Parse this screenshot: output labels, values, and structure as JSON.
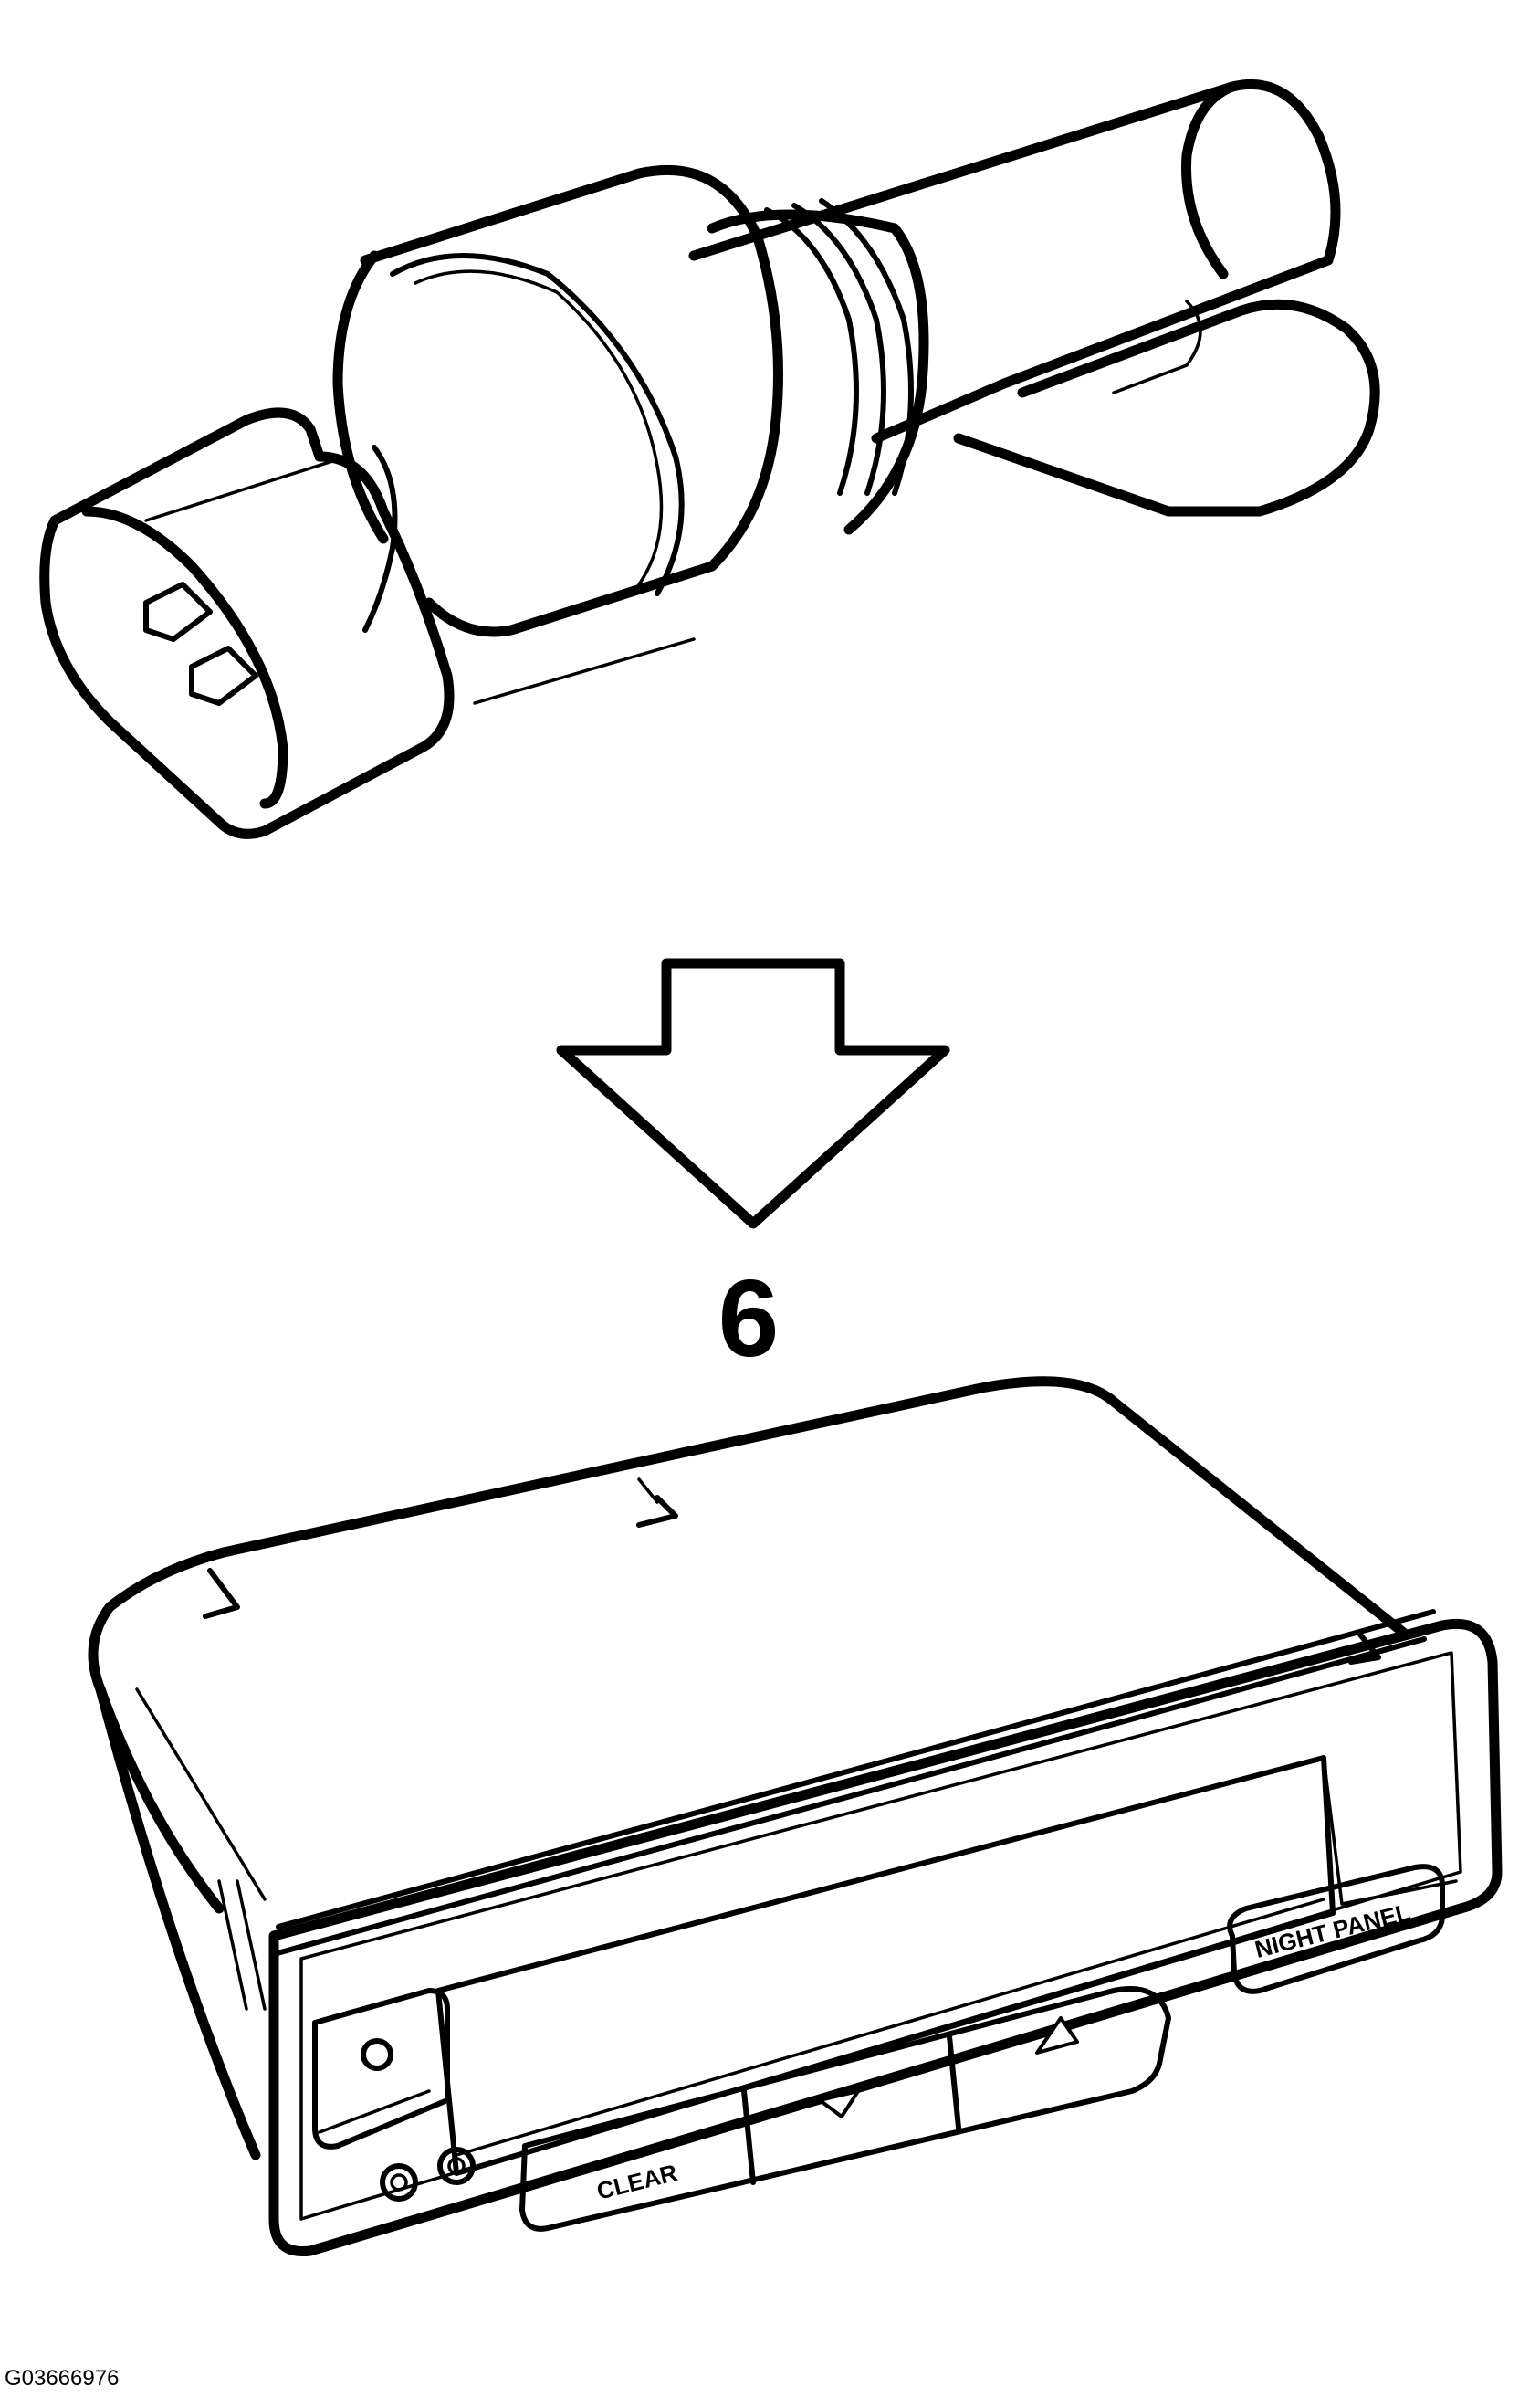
{
  "figure": {
    "step_number": "6",
    "figure_code": "G03666976"
  },
  "display_unit": {
    "buttons": {
      "clear": "CLEAR",
      "night_panel": "NIGHT PANEL"
    }
  },
  "icons": {
    "sensor": "temperature-sensor-icon",
    "arrow": "down-arrow-icon",
    "scroll_down": "triangle-down-icon",
    "scroll_up": "triangle-up-icon"
  }
}
